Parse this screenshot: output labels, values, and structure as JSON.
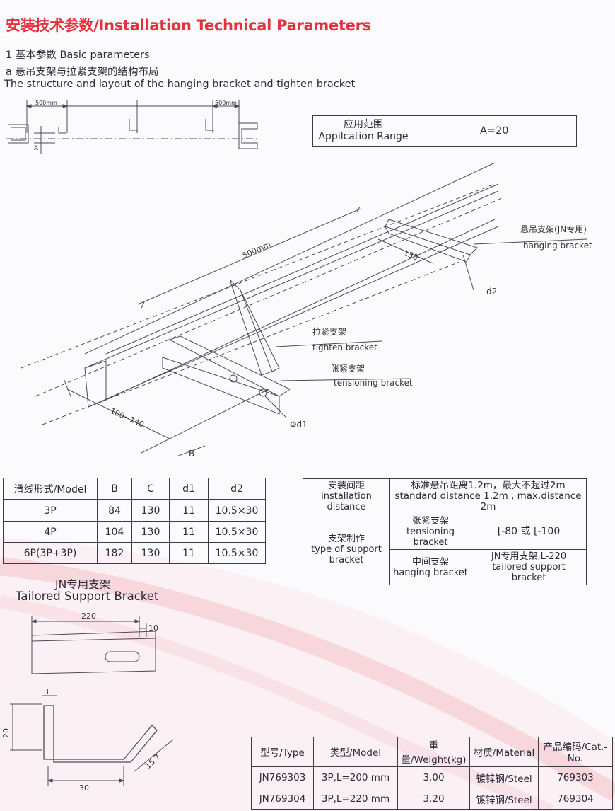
{
  "header": {
    "title": "安装技术参数/Installation Technical Parameters",
    "line1": "1 基本参数    Basic parameters",
    "line2": "a 悬吊支架与拉紧支架的结构布局",
    "line3": "The structure and layout of the hanging bracket and tighten bracket"
  },
  "top_diagram": {
    "dim_left": "500mm",
    "dim_right": "500mm",
    "dim_a": "A"
  },
  "range_box": {
    "label_cn": "应用范围",
    "label_en": "Appilcation Range",
    "value": "A=20"
  },
  "iso_diagram": {
    "dim_500": "500mm",
    "dim_130": "130",
    "dim_100_140": "100~140",
    "dim_b": "B",
    "d2": "d2",
    "phi_d1": "Φd1",
    "hanging_cn": "悬吊支架(JN专用)",
    "hanging_en": "hanging bracket",
    "tighten_cn": "拉紧支架",
    "tighten_en": "tighten bracket",
    "tension_cn": "张紧支架",
    "tension_en": "tensioning bracket"
  },
  "model_table": {
    "headers": [
      "滑线形式/Model",
      "B",
      "C",
      "d1",
      "d2"
    ],
    "rows": [
      [
        "3P",
        "84",
        "130",
        "11",
        "10.5×30"
      ],
      [
        "4P",
        "104",
        "130",
        "11",
        "10.5×30"
      ],
      [
        "6P(3P+3P)",
        "182",
        "130",
        "11",
        "10.5×30"
      ]
    ]
  },
  "install_table": {
    "dist_label_cn": "安装间距",
    "dist_label_en": "installation distance",
    "dist_value_cn": "标准悬吊距离1.2m，最大不超过2m",
    "dist_value_en": "standard distance 1.2m , max.distance 2m",
    "support_cn": "支架制作",
    "support_en1": "type of support",
    "support_en2": "bracket",
    "tension_cn": "张紧支架",
    "tension_en": "tensioning bracket",
    "tension_value": "[-80 或 [-100",
    "middle_cn": "中间支架",
    "middle_en": "hanging bracket",
    "middle_value_cn": "JN专用支架,L-220",
    "middle_value_en": "tailored support bracket"
  },
  "bracket": {
    "title_cn": "JN专用支架",
    "title_en": "Tailored Support Bracket",
    "dim_220": "220",
    "dim_10": "10",
    "dim_3": "3",
    "dim_20": "20",
    "dim_30": "30",
    "dim_15_7": "15.7"
  },
  "type_table": {
    "headers": [
      "型号/Type",
      "类型/Model",
      "重量/Weight(kg)",
      "材质/Material",
      "产品编码/Cat.-No."
    ],
    "rows": [
      [
        "JN769303",
        "3P,L=200 mm",
        "3.00",
        "镀锌钢/Steel",
        "769303"
      ],
      [
        "JN769304",
        "3P,L=220 mm",
        "3.20",
        "镀锌钢/Steel",
        "769304"
      ]
    ]
  },
  "colors": {
    "title_red": "#e2323c",
    "line_color": "#3b3b4b",
    "accent_pink": "#f4c6cc"
  }
}
